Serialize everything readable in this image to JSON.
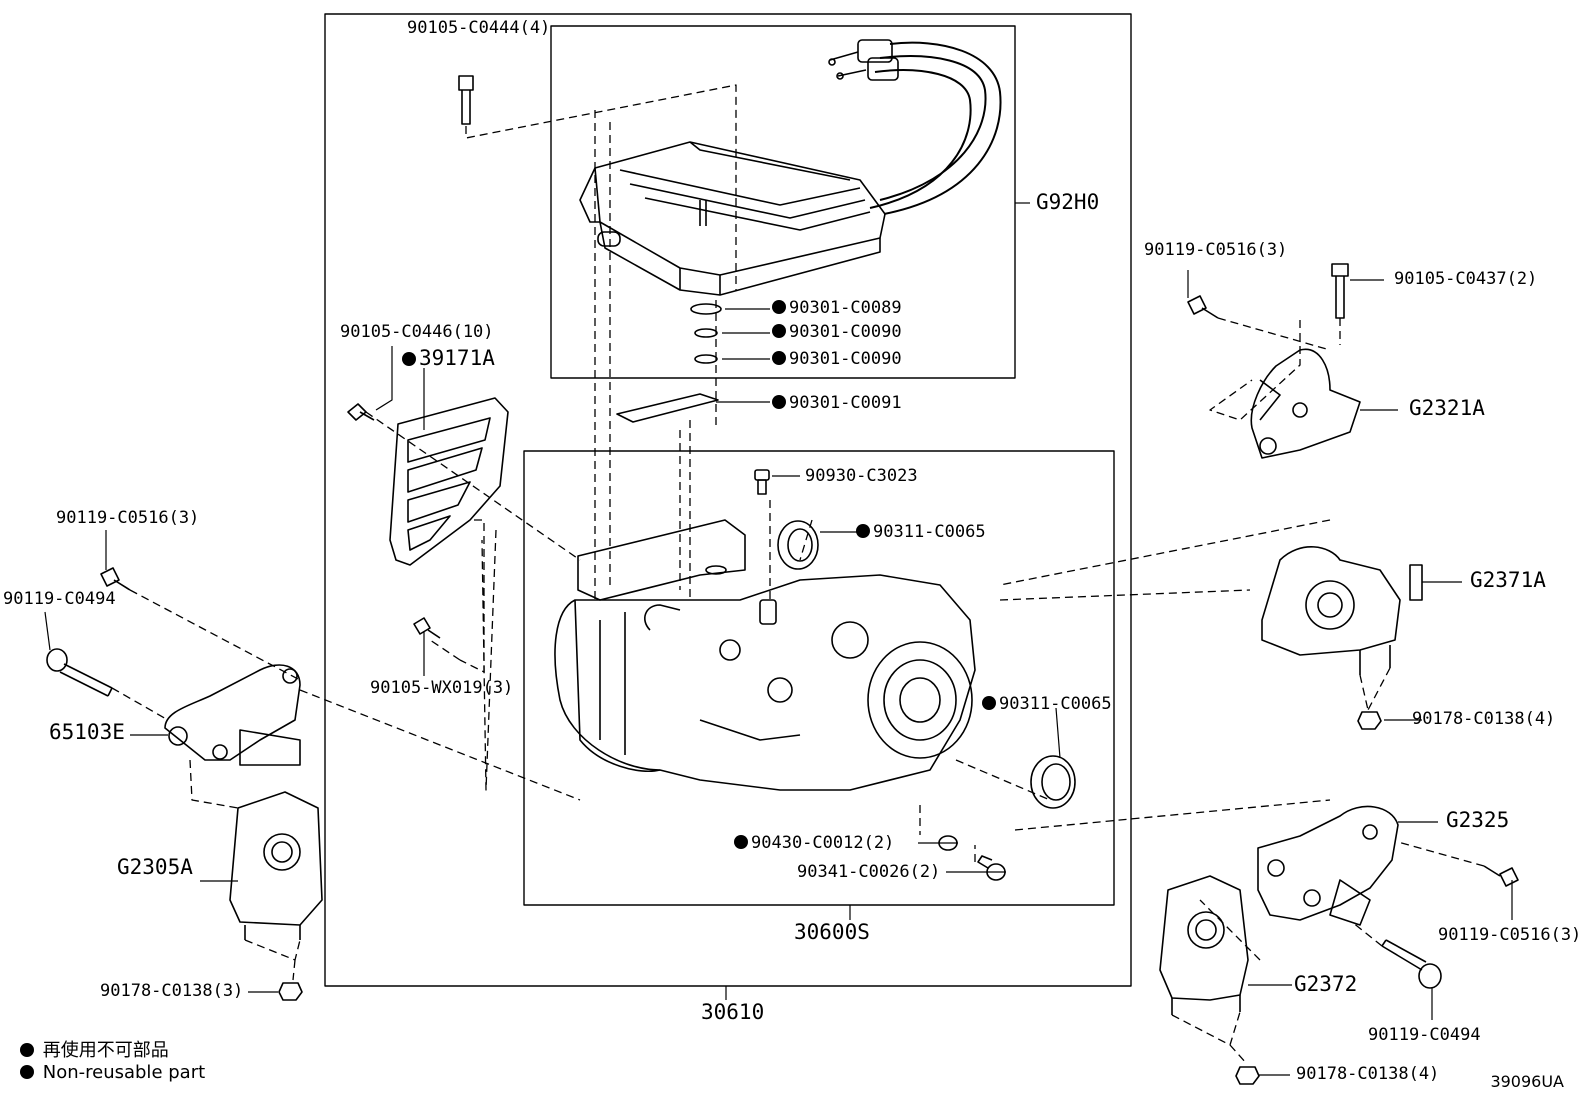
{
  "labels": {
    "bolt_90105_C0444": "90105-C0444(4)",
    "inverter_G92H0": "G92H0",
    "oring_90301_C0089": "90301-C0089",
    "oring_90301_C0090_a": "90301-C0090",
    "oring_90301_C0090_b": "90301-C0090",
    "gasket_90301_C0091": "90301-C0091",
    "bolt_90105_C0446": "90105-C0446(10)",
    "cover_39171A": "39171A",
    "plug_90930_C3023": "90930-C3023",
    "seal_90311_C0065_a": "90311-C0065",
    "seal_90311_C0065_b": "90311-C0065",
    "bolt_90105_WX019": "90105-WX019(3)",
    "gasket_90430_C0012": "90430-C0012(2)",
    "plug_90341_C0026": "90341-C0026(2)",
    "assembly_30600S": "30600S",
    "assembly_30610": "30610",
    "bolt_90119_C0516_left": "90119-C0516(3)",
    "bolt_90119_C0494_left": "90119-C0494",
    "bracket_65103E": "65103E",
    "mount_G2305A": "G2305A",
    "nut_90178_C0138_left": "90178-C0138(3)",
    "bolt_90119_C0516_upper": "90119-C0516(3)",
    "bolt_90105_C0437": "90105-C0437(2)",
    "bracket_G2321A": "G2321A",
    "mount_G2371A": "G2371A",
    "nut_90178_C0138_right": "90178-C0138(4)",
    "bracket_G2325": "G2325",
    "bolt_90119_C0516_lower": "90119-C0516(3)",
    "mount_G2372": "G2372",
    "bolt_90119_C0494_right": "90119-C0494",
    "nut_90178_C0138_bottom": "90178-C0138(4)"
  },
  "legend": {
    "japanese": "再使用不可部品",
    "english": "Non-reusable part"
  },
  "figure_code": "39096UA"
}
